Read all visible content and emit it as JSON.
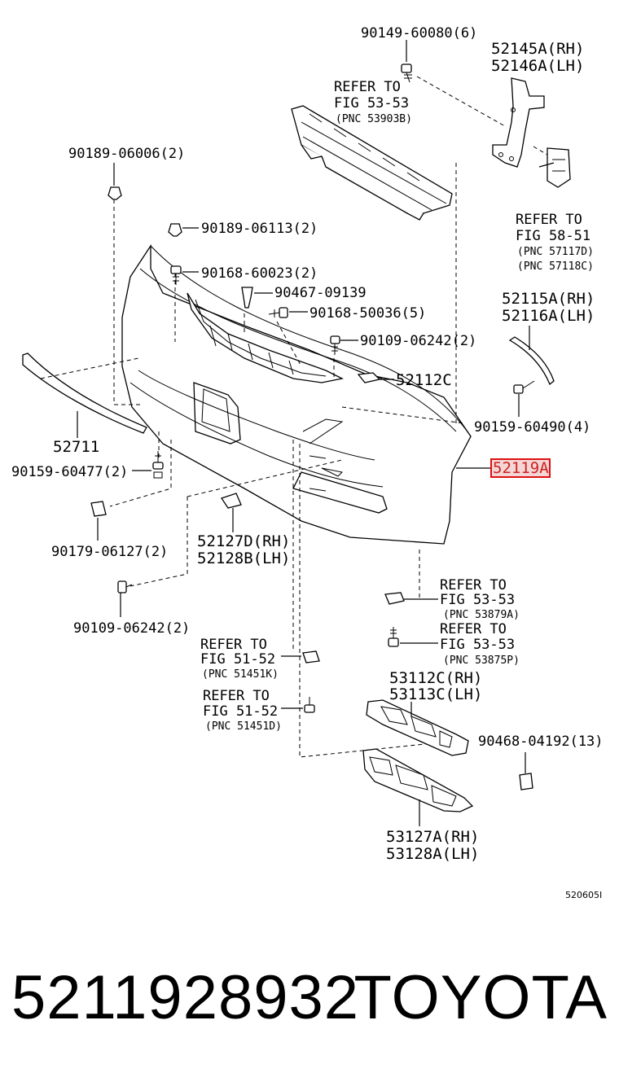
{
  "labels": {
    "bolt_top": "90149-60080(6)",
    "bracket_rh": "52145A(RH)",
    "bracket_lh": "52146A(LH)",
    "ref_reinf_1": "REFER TO",
    "ref_reinf_2": "FIG 53-53",
    "ref_reinf_3": "(PNC 53903B)",
    "clip_left_top": "90189-06006(2)",
    "clip_2": "90189-06113(2)",
    "ref_bracket_1": "REFER TO",
    "ref_bracket_2": "FIG 58-51",
    "ref_bracket_3": "(PNC 57117D)",
    "ref_bracket_4": "(PNC 57118C)",
    "screw_1": "90168-60023(2)",
    "clip_3": "90467-09139",
    "screw_2": "90168-50036(5)",
    "molding_rh": "52115A(RH)",
    "molding_lh": "52116A(LH)",
    "bolt_1": "90109-06242(2)",
    "pad": "52112C",
    "screw_3": "90159-60490(4)",
    "strip": "52711",
    "screw_4": "90159-60477(2)",
    "bumper": "52119A",
    "nut": "90179-06127(2)",
    "plate_rh": "52127D(RH)",
    "plate_lh": "52128B(LH)",
    "bolt_2": "90109-06242(2)",
    "ref_a_1": "REFER TO",
    "ref_a_2": "FIG 53-53",
    "ref_a_3": "(PNC 53879A)",
    "ref_b_1": "REFER TO",
    "ref_b_2": "FIG 53-53",
    "ref_b_3": "(PNC 53875P)",
    "ref_c_1": "REFER TO",
    "ref_c_2": "FIG 51-52",
    "ref_c_3": "(PNC 51451K)",
    "grille_rh": "53112C(RH)",
    "grille_lh": "53113C(LH)",
    "ref_d_1": "REFER TO",
    "ref_d_2": "FIG 51-52",
    "ref_d_3": "(PNC 51451D)",
    "clip_bottom": "90468-04192(13)",
    "lower_grille_rh": "53127A(RH)",
    "lower_grille_lh": "53128A(LH)",
    "diagram_code": "520605I"
  },
  "footer": {
    "part_number": "5211928932",
    "brand": "TOYOTA"
  },
  "colors": {
    "highlight_border": "#dd1111",
    "highlight_fill": "#f5d6d6"
  }
}
